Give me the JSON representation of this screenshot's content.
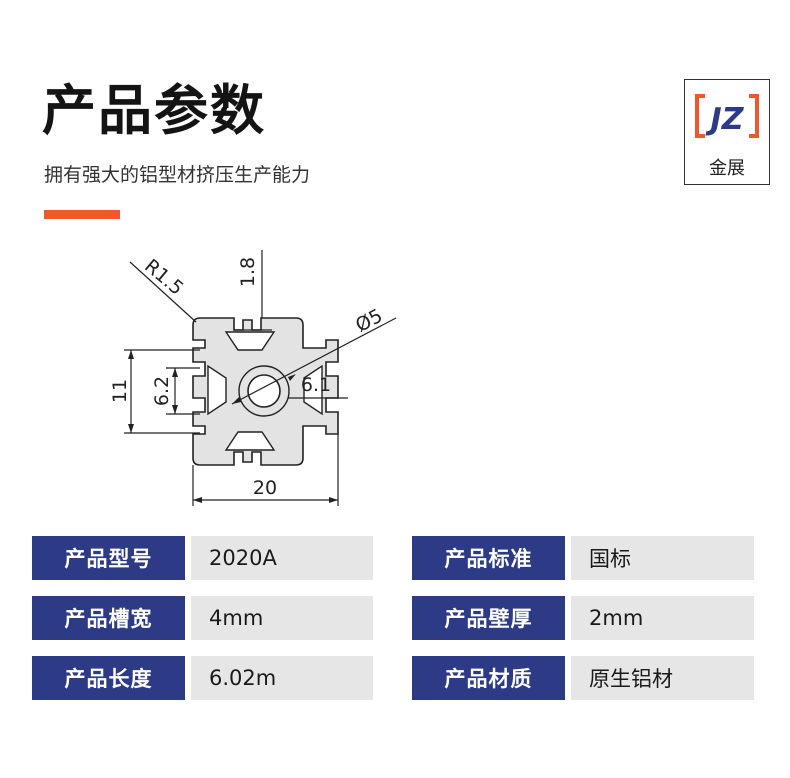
{
  "header": {
    "title": "产品参数",
    "subtitle": "拥有强大的铝型材挤压生产能力"
  },
  "logo": {
    "mark": "JZ",
    "name": "金展",
    "accent_color": "#f0582a",
    "primary_color": "#2d3b87"
  },
  "drawing": {
    "dims": {
      "radius": "R1.5",
      "top": "1.8",
      "diameter": "Ø5",
      "height": "11",
      "slot": "6.2",
      "inner": "6.1",
      "width": "20"
    }
  },
  "specs": {
    "rows": [
      {
        "left_label": "产品型号",
        "left_value": "2020A",
        "right_label": "产品标准",
        "right_value": "国标"
      },
      {
        "left_label": "产品槽宽",
        "left_value": "4mm",
        "right_label": "产品壁厚",
        "right_value": "2mm"
      },
      {
        "left_label": "产品长度",
        "left_value": "6.02m",
        "right_label": "产品材质",
        "right_value": "原生铝材"
      }
    ]
  }
}
